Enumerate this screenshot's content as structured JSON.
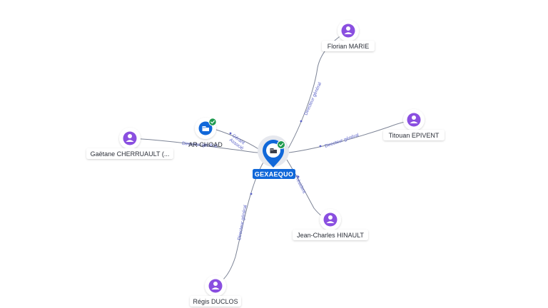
{
  "company": {
    "name": "GEXAEQUO",
    "verified": true,
    "icon": "building-icon"
  },
  "related_company": {
    "name": "AR CHOAD",
    "verified": true,
    "icon": "building-icon"
  },
  "people": [
    {
      "id": "florian",
      "name": "Florian MARIE",
      "icon": "person-icon"
    },
    {
      "id": "titouan",
      "name": "Titouan EPIVENT",
      "icon": "person-icon"
    },
    {
      "id": "jeancharles",
      "name": "Jean-Charles HINAULT",
      "icon": "person-icon"
    },
    {
      "id": "regis",
      "name": "Régis DUCLOS",
      "icon": "person-icon"
    },
    {
      "id": "gaetane",
      "name": "Gaëtane CHERRUAULT (...",
      "icon": "person-icon"
    }
  ],
  "edges": {
    "florian": "Directeur général",
    "titouan": "Directeur général",
    "jeancharles": "Président",
    "regis": "Directeur général",
    "gaetane": "Directeur général",
    "archoad_line1": "Gérant",
    "archoad_line2": "Associé"
  },
  "colors": {
    "edge": "#7d8496",
    "person_accent": "#8a4fe0",
    "company_accent": "#1168d9",
    "verified": "#1e9a4e",
    "edge_label": "#5a62c8"
  }
}
